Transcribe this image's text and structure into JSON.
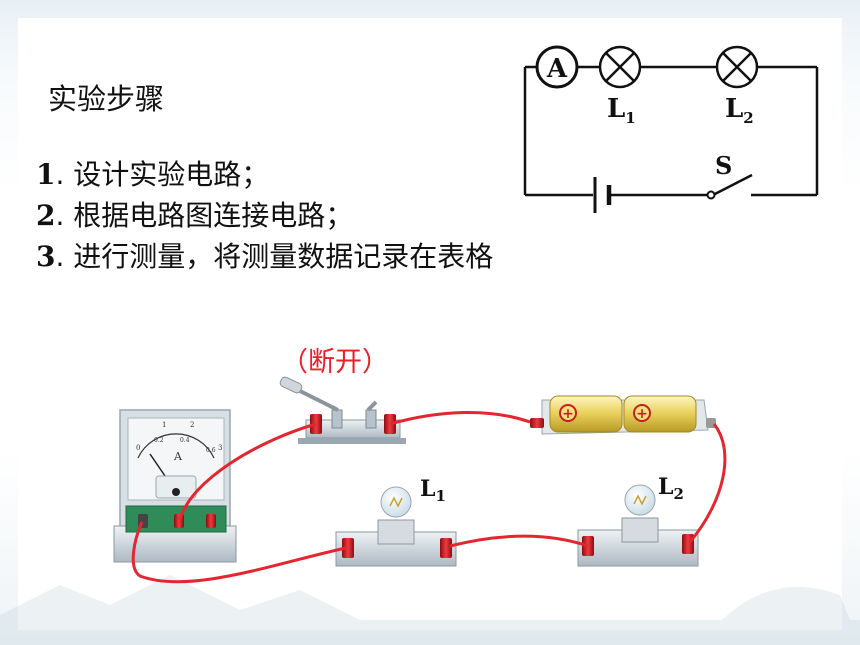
{
  "steps_section": {
    "heading": "实验步骤",
    "steps": [
      {
        "num": "1",
        "sep": ".",
        "text": "设计实验电路；"
      },
      {
        "num": "2",
        "sep": ".",
        "text": "根据电路图连接电路；"
      },
      {
        "num": "3",
        "sep": ".",
        "text": "进行测量，将测量数据记录在表格"
      }
    ]
  },
  "schematic": {
    "ammeter_symbol": "A",
    "lamp1_label": "L",
    "lamp1_sub": "1",
    "lamp2_label": "L",
    "lamp2_sub": "2",
    "switch_label": "S"
  },
  "apparatus": {
    "switch_state": "（断开）",
    "lamp1_label": "L",
    "lamp1_sub": "1",
    "lamp2_label": "L",
    "lamp2_sub": "2",
    "meter_unit": "A",
    "meter_scale": [
      "0",
      "1",
      "2",
      "3",
      "0.2",
      "0.4",
      "0.6"
    ]
  },
  "colors": {
    "wire": "#e3262f",
    "state_text": "#e8212a",
    "battery": "#e0c84e",
    "base": "#c9d2da"
  }
}
